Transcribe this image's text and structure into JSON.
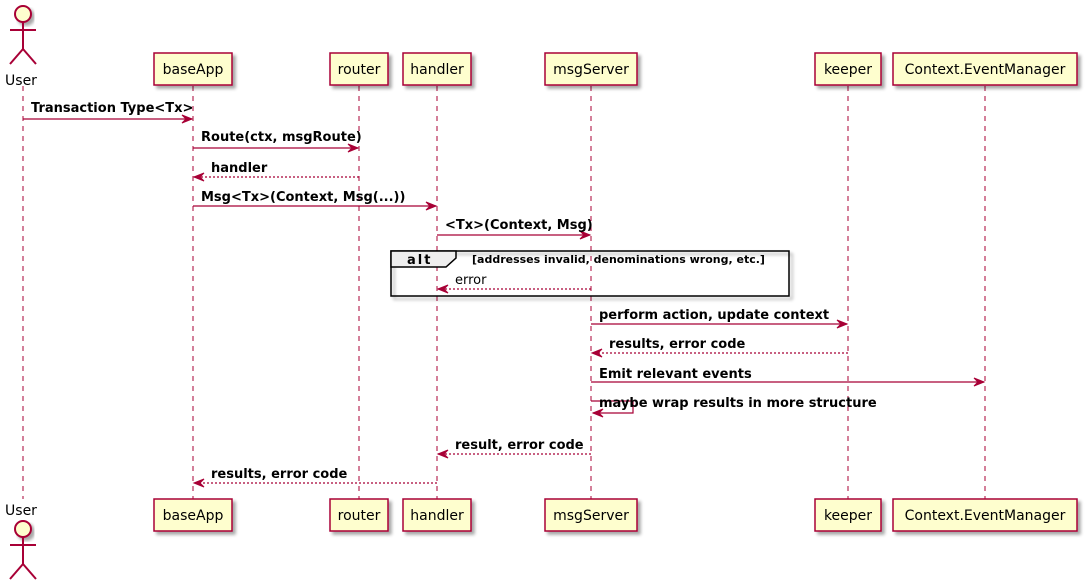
{
  "colors": {
    "line": "#A80036",
    "box_fill": "#FEFECE",
    "shadow": "#CCCCCC",
    "frame_border": "#000000",
    "frame_tab": "#EEEEEE"
  },
  "participants": [
    {
      "id": "user",
      "label": "User",
      "kind": "actor"
    },
    {
      "id": "baseApp",
      "label": "baseApp",
      "kind": "box"
    },
    {
      "id": "router",
      "label": "router",
      "kind": "box"
    },
    {
      "id": "handler",
      "label": "handler",
      "kind": "box"
    },
    {
      "id": "msgServer",
      "label": "msgServer",
      "kind": "box"
    },
    {
      "id": "keeper",
      "label": "keeper",
      "kind": "box"
    },
    {
      "id": "eventManager",
      "label": "Context.EventManager",
      "kind": "box"
    }
  ],
  "messages": [
    {
      "from": "user",
      "to": "baseApp",
      "label": "Transaction Type<Tx>",
      "style": "solid"
    },
    {
      "from": "baseApp",
      "to": "router",
      "label": "Route(ctx, msgRoute)",
      "style": "solid"
    },
    {
      "from": "router",
      "to": "baseApp",
      "label": "handler",
      "style": "dashed"
    },
    {
      "from": "baseApp",
      "to": "handler",
      "label": "Msg<Tx>(Context, Msg(...))",
      "style": "solid"
    },
    {
      "from": "handler",
      "to": "msgServer",
      "label": "<Tx>(Context, Msg)",
      "style": "solid"
    },
    {
      "from": "msgServer",
      "to": "handler",
      "label": "error",
      "style": "dashed",
      "in_alt": true
    },
    {
      "from": "msgServer",
      "to": "keeper",
      "label": "perform action, update context",
      "style": "solid"
    },
    {
      "from": "keeper",
      "to": "msgServer",
      "label": "results, error code",
      "style": "dashed"
    },
    {
      "from": "msgServer",
      "to": "eventManager",
      "label": "Emit relevant events",
      "style": "solid"
    },
    {
      "from": "msgServer",
      "to": "msgServer",
      "label": "maybe wrap results in more structure",
      "style": "solid",
      "self": true
    },
    {
      "from": "msgServer",
      "to": "handler",
      "label": "result, error code",
      "style": "dashed"
    },
    {
      "from": "handler",
      "to": "baseApp",
      "label": "results, error code",
      "style": "dashed"
    }
  ],
  "alt_frame": {
    "keyword": "alt",
    "guard": "[addresses invalid, denominations wrong, etc.]"
  }
}
